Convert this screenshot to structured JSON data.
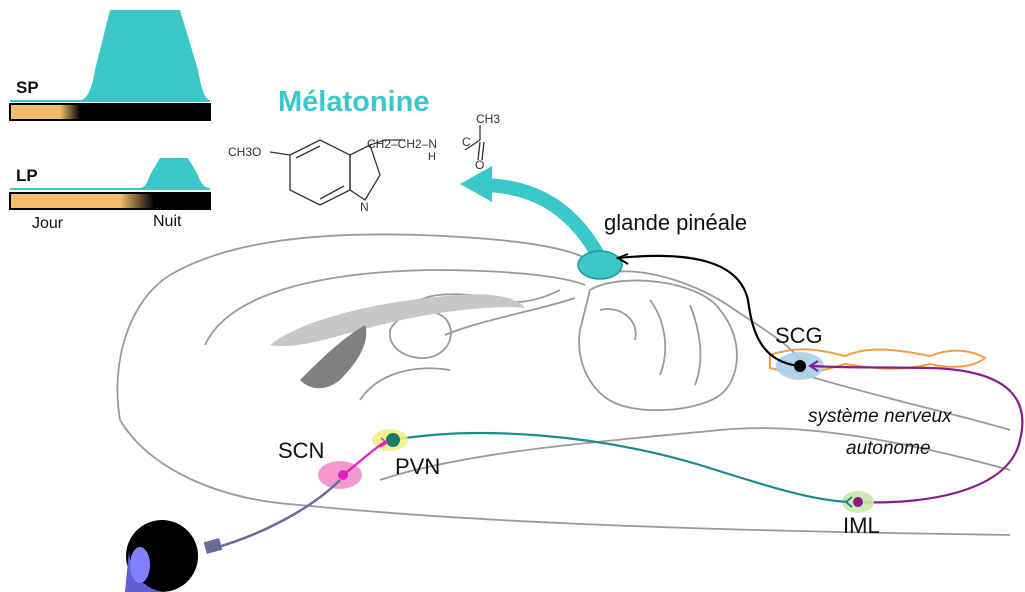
{
  "panels": {
    "sp_label": "SP",
    "lp_label": "LP",
    "day_label": "Jour",
    "night_label": "Nuit"
  },
  "hormone": {
    "name": "Mélatonine",
    "formula_left": "CH3O",
    "formula_chain": "CH2–CH2–N",
    "formula_h": "H",
    "formula_n": "N",
    "formula_o": "O",
    "formula_ch3": "CH3",
    "formula_c": "C"
  },
  "structures": {
    "pineal": "glande pinéale",
    "scg": "SCG",
    "scn": "SCN",
    "pvn": "PVN",
    "iml": "IML",
    "ans_line1": "système nerveux",
    "ans_line2": "autonome"
  },
  "colors": {
    "melatonin": "#3cc8c8",
    "day": "#f2be6e",
    "night": "#000000",
    "scn": "#f080c0",
    "pvn_path": "#1a8c8c",
    "autonomic": "#8a1a8a",
    "sympathetic_chain": "#f0a040",
    "retina_path": "#6a6a9a"
  },
  "icons": [
    "eye-icon",
    "melatonin-molecule"
  ]
}
